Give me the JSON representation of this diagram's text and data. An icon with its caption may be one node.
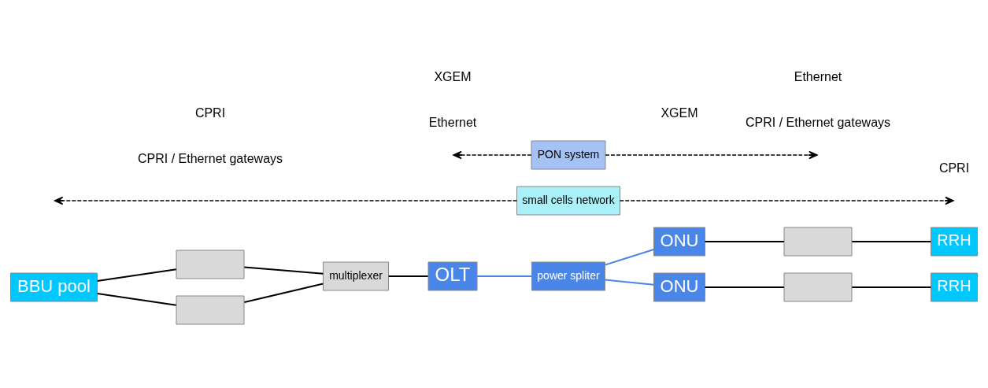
{
  "diagram": {
    "nodes": [
      {
        "text": [
          "BBU pool"
        ]
      },
      {
        "text": [],
        "shape": "box"
      },
      {
        "text": [],
        "shape": "box"
      },
      {
        "text": [
          "multiplexer"
        ]
      },
      {
        "text": [
          "OLT"
        ]
      },
      {
        "text": [
          "power spliter"
        ]
      },
      {
        "text": [
          "ONU"
        ]
      },
      {
        "text": [
          "ONU"
        ]
      },
      {
        "text": [],
        "shape": "box"
      },
      {
        "text": [],
        "shape": "box"
      },
      {
        "text": [
          "RRH"
        ]
      },
      {
        "text": [
          "RRH"
        ]
      },
      {
        "text": [
          "small cells network"
        ]
      },
      {
        "text": [
          "PON system"
        ]
      }
    ],
    "edges": [
      {
        "from": 0,
        "to": 1,
        "arrow": "none"
      },
      {
        "from": 0,
        "to": 2,
        "arrow": "none"
      },
      {
        "from": 1,
        "to": 3,
        "arrow": "none"
      },
      {
        "from": 2,
        "to": 3,
        "arrow": "none"
      },
      {
        "from": 3,
        "to": 4,
        "arrow": "none"
      },
      {
        "from": 4,
        "to": 5,
        "arrow": "none",
        "color": "#4a86e8"
      },
      {
        "from": 5,
        "to": 6,
        "arrow": "none",
        "color": "#4a86e8"
      },
      {
        "from": 5,
        "to": 7,
        "arrow": "none",
        "color": "#4a86e8"
      },
      {
        "from": 6,
        "to": 8,
        "arrow": "none"
      },
      {
        "from": 7,
        "to": 9,
        "arrow": "none"
      },
      {
        "from": 8,
        "to": 10,
        "arrow": "none"
      },
      {
        "from": 9,
        "to": 11,
        "arrow": "none"
      },
      {
        "from": 12,
        "to": null,
        "arrow": "to",
        "style": "dashed"
      },
      {
        "from": 12,
        "to": null,
        "arrow": "to",
        "style": "dashed"
      },
      {
        "from": 13,
        "to": null,
        "arrow": "to",
        "style": "dashed"
      },
      {
        "from": 13,
        "to": null,
        "arrow": "to",
        "style": "dashed"
      }
    ],
    "labels": [
      "CPRI / Ethernet gateways",
      "CPRI / Ethernet gateways",
      "CPRI",
      "Ethernet",
      "XGEM",
      "XGEM",
      "Ethernet",
      "CPRI"
    ]
  }
}
